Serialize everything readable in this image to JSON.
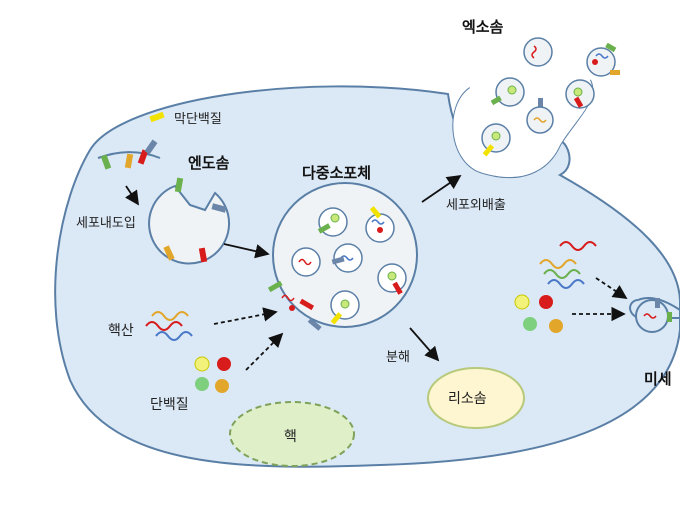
{
  "labels": {
    "exosome": "엑소솜",
    "membrane_protein": "막단백질",
    "endosome": "엔도솜",
    "multivesicular_body": "다중소포체",
    "exocytosis": "세포외배출",
    "endocytosis": "세포내도입",
    "nucleic_acid": "핵산",
    "degradation": "분해",
    "lysosome": "리소솜",
    "protein": "단백질",
    "nucleus": "핵",
    "microvesicle_partial": "미세"
  },
  "colors": {
    "cell_fill": "#dbe8f5",
    "cell_stroke": "#5a7fa6",
    "vesicle_fill": "#f0f3f6",
    "lysosome_fill": "#fdf6d0",
    "lysosome_stroke": "#b7c97a",
    "nucleus_fill": "#dff0c8",
    "nucleus_stroke": "#7fa25a",
    "yellow": "#f2e200",
    "green": "#6ab04c",
    "red": "#d81b1b",
    "blue": "#4a79c8",
    "slate": "#6b86a8",
    "orange": "#e2a62b"
  }
}
